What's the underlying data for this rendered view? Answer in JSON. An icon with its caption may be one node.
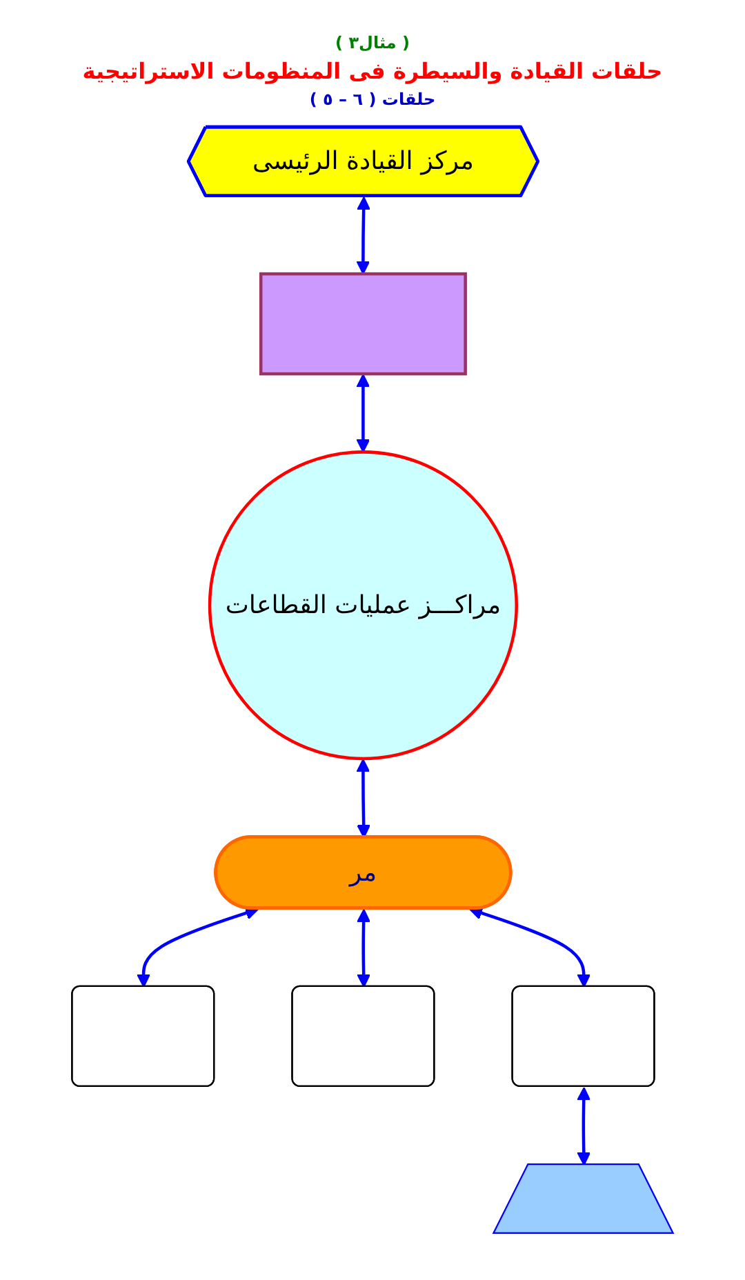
{
  "diagram": {
    "title": "حلقات القيادة والسيطرة فى المنظومات الاستراتيجية",
    "nodes": [
      {
        "text": [
          "مركز القيادة الرئيسى"
        ]
      },
      {
        "text": [],
        "shape": "box"
      },
      {
        "text": [
          "مراكـــز عمليات القطاعات"
        ]
      },
      {
        "text": [
          "مر"
        ]
      },
      {
        "text": [],
        "shape": "box"
      },
      {
        "text": [],
        "shape": "box"
      },
      {
        "text": [],
        "shape": "box"
      },
      {
        "text": [],
        "shape": "trapezoid"
      }
    ],
    "edges": [
      {
        "from": 0,
        "to": 1,
        "arrow": "both"
      },
      {
        "from": 1,
        "to": 2,
        "arrow": "both"
      },
      {
        "from": 2,
        "to": 3,
        "arrow": "both"
      },
      {
        "from": 3,
        "to": 4,
        "arrow": "both"
      },
      {
        "from": 3,
        "to": 5,
        "arrow": "both"
      },
      {
        "from": 3,
        "to": 6,
        "arrow": "both"
      },
      {
        "from": 6,
        "to": 7,
        "arrow": "both"
      }
    ],
    "labels": [
      "( مثال٣ )",
      "حلقات ( ٦ – ٥ )"
    ]
  }
}
